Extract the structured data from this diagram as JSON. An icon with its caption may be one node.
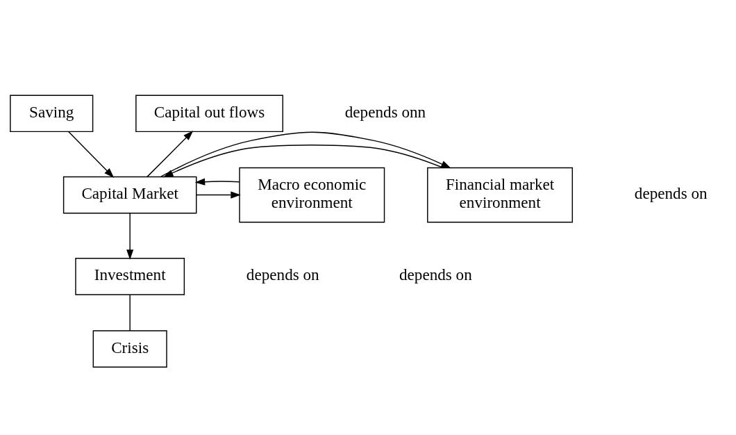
{
  "diagram": {
    "nodes": [
      {
        "text": [
          "Saving"
        ]
      },
      {
        "text": [
          "Capital out flows"
        ]
      },
      {
        "text": [
          "Financial market environment"
        ]
      },
      {
        "text": [
          "Capital Market"
        ]
      },
      {
        "text": [
          "Macro economic environment"
        ]
      },
      {
        "text": [
          "Investment"
        ]
      },
      {
        "text": [
          "Crisis"
        ]
      }
    ],
    "edges": [
      {
        "from": 0,
        "to": 3,
        "arrow": "to"
      },
      {
        "from": 3,
        "to": 1,
        "arrow": "to"
      },
      {
        "from": 2,
        "to": 3,
        "arrow": "to"
      },
      {
        "from": 3,
        "to": 2,
        "arrow": "to"
      },
      {
        "from": 3,
        "to": 4,
        "arrow": "to"
      },
      {
        "from": 4,
        "to": 3,
        "arrow": "to"
      },
      {
        "from": 3,
        "to": 5,
        "arrow": "to"
      },
      {
        "from": 5,
        "to": 6,
        "arrow": "none"
      }
    ],
    "labels": [
      "depends onn",
      "depends on",
      "depends on",
      "depends on"
    ]
  }
}
